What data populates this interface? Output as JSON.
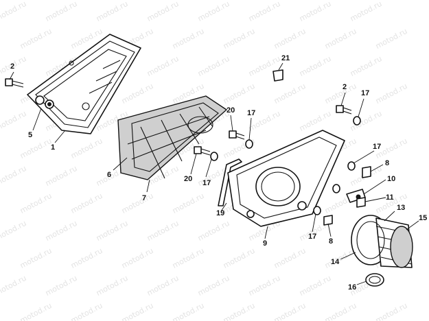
{
  "watermark": "motod.ru",
  "callouts": {
    "c1": "1",
    "c2a": "2",
    "c2b": "2",
    "c5": "5",
    "c6": "6",
    "c7": "7",
    "c8a": "8",
    "c8b": "8",
    "c9": "9",
    "c10": "10",
    "c11": "11",
    "c13": "13",
    "c14": "14",
    "c15": "15",
    "c16": "16",
    "c17a": "17",
    "c17b": "17",
    "c17c": "17",
    "c17d": "17",
    "c17e": "17",
    "c19": "19",
    "c20a": "20",
    "c20b": "20",
    "c21": "21"
  }
}
